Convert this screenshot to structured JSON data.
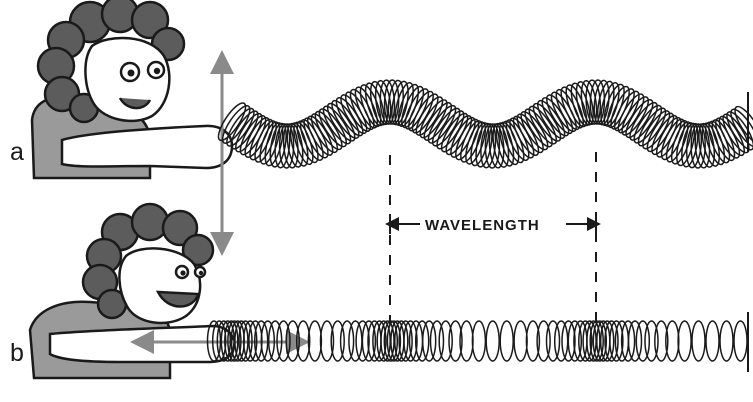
{
  "labels": {
    "part_a": "a",
    "part_b": "b",
    "wavelength": "WAVELENGTH"
  },
  "colors": {
    "ink": "#1a1a1a",
    "hair": "#5c5c5c",
    "shirt": "#9a9a9a",
    "skin": "#ffffff",
    "arrow": "#8a8a8a"
  },
  "panels": [
    {
      "id": "a",
      "wave": "transverse",
      "motion_arrow": "vertical"
    },
    {
      "id": "b",
      "wave": "longitudinal",
      "motion_arrow": "horizontal"
    }
  ]
}
